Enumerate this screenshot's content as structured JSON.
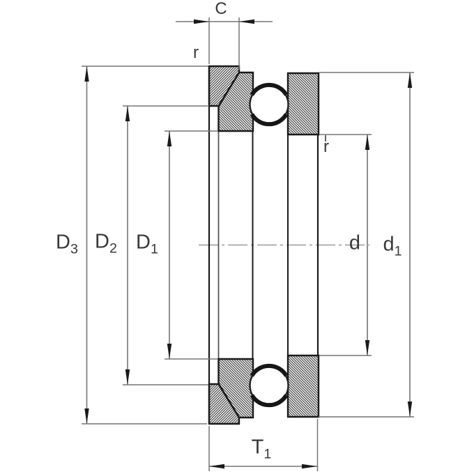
{
  "diagram_title": "thrust-ball-bearing-with-seating-washer-cross-section",
  "labels": {
    "axial_width_top": {
      "text": "C"
    },
    "radius_outer": {
      "text": "r"
    },
    "radius_inner": {
      "text": "r"
    },
    "dia_seating_washer_outer": {
      "main": "D",
      "sub": "3"
    },
    "dia_housing_washer_outer": {
      "main": "D",
      "sub": "2"
    },
    "dia_housing_washer_bore": {
      "main": "D",
      "sub": "1"
    },
    "dia_shaft_bore": {
      "main": "d",
      "sub": ""
    },
    "dia_shaft_washer_outer": {
      "main": "d",
      "sub": "1"
    },
    "total_height": {
      "main": "T",
      "sub": "1"
    }
  },
  "colors": {
    "part_outline": "#1a1a1a",
    "dimension_line": "#757575",
    "centerline": "#9a9a9a",
    "label_text": "#383838",
    "background": "#ffffff"
  }
}
